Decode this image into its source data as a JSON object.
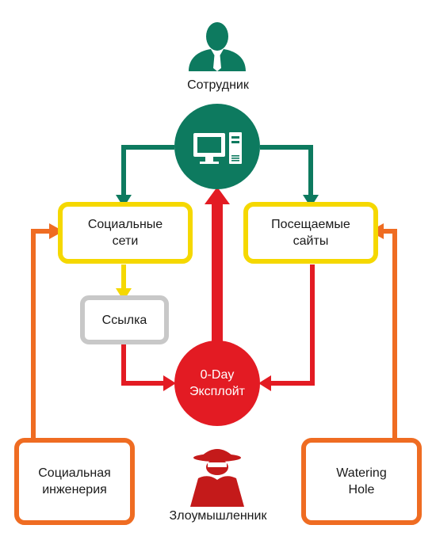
{
  "nodes": {
    "employee": {
      "label": "Сотрудник"
    },
    "social_networks": {
      "line1": "Социальные",
      "line2": "сети"
    },
    "visited_sites": {
      "line1": "Посещаемые",
      "line2": "сайты"
    },
    "link": {
      "label": "Ссылка"
    },
    "exploit": {
      "line1": "0-Day",
      "line2": "Эксплойт"
    },
    "social_engineering": {
      "line1": "Социальная",
      "line2": "инженерия"
    },
    "watering_hole": {
      "line1": "Watering",
      "line2": "Hole"
    },
    "attacker": {
      "label": "Злоумышленник"
    }
  },
  "colors": {
    "green": "#0d7a5f",
    "yellow": "#f5d800",
    "gray": "#c8c8c8",
    "red": "#e31b23",
    "orange": "#ef6c22",
    "dark_red": "#c41a1a",
    "text": "#1a1a1a"
  },
  "icons": {
    "employee": "person-icon",
    "computer": "computer-icon",
    "attacker": "hacker-icon"
  }
}
